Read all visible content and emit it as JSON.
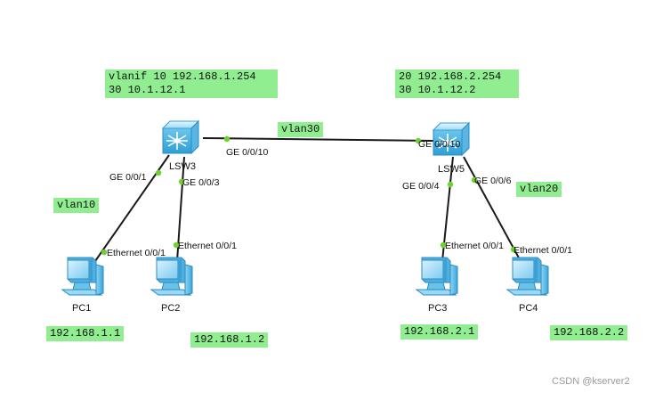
{
  "notes": {
    "lsw3_config_line1": "vlanif 10 192.168.1.254",
    "lsw3_config_line2": "30 10.1.12.1",
    "lsw5_config_line1": "20 192.168.2.254",
    "lsw5_config_line2": "30 10.1.12.2",
    "vlan30": "vlan30",
    "vlan10": "vlan10",
    "vlan20": "vlan20"
  },
  "devices": {
    "lsw3": "LSW3",
    "lsw5": "LSW5",
    "pc1": "PC1",
    "pc2": "PC2",
    "pc3": "PC3",
    "pc4": "PC4"
  },
  "ports": {
    "lsw3_ge0010": "GE 0/0/10",
    "lsw5_ge0010": "GE 0/0/10",
    "lsw3_ge001": "GE 0/0/1",
    "lsw3_ge003": "GE 0/0/3",
    "lsw5_ge004": "GE 0/0/4",
    "lsw5_ge006": "GE 0/0/6",
    "pc1_eth": "Ethernet 0/0/1",
    "pc2_eth": "Ethernet 0/0/1",
    "pc3_eth": "Ethernet 0/0/1",
    "pc4_eth": "Ethernet 0/0/1"
  },
  "ips": {
    "pc1": "192.168.1.1",
    "pc2": "192.168.1.2",
    "pc3": "192.168.2.1",
    "pc4": "192.168.2.2"
  },
  "watermark": "CSDN @kserver2",
  "colors": {
    "note_bg": "#90ee90",
    "port_dot": "#6fd22c",
    "link": "#1a1a1a",
    "device_blue": "#4fb8e8"
  }
}
